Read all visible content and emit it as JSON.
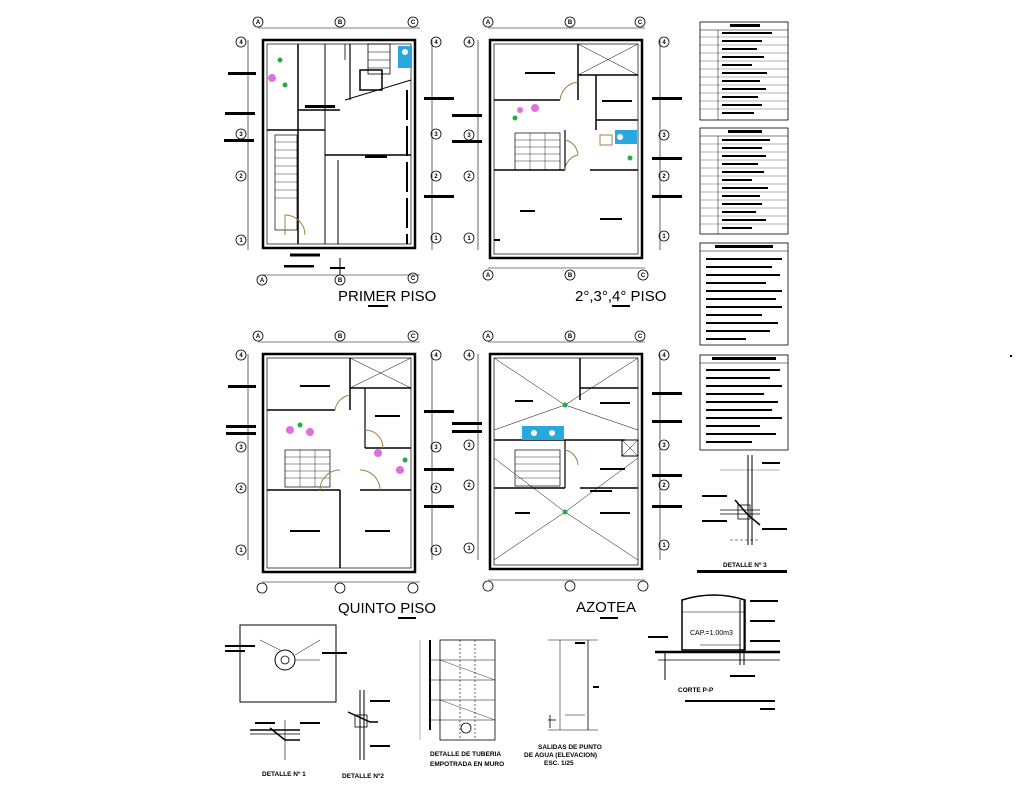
{
  "plans": {
    "primer_piso": {
      "title": "PRIMER PISO"
    },
    "piso_2_3_4": {
      "title": "2°,3°,4° PISO"
    },
    "quinto_piso": {
      "title": "QUINTO PISO"
    },
    "azotea": {
      "title": "AZOTEA"
    }
  },
  "axes": {
    "top": [
      "A",
      "B",
      "C"
    ],
    "side": [
      "4",
      "3",
      "2",
      "1"
    ]
  },
  "details": {
    "detalle_1": "DETALLE Nº 1",
    "detalle_2": "DETALLE Nº2",
    "detalle_3": "DETALLE Nº 3",
    "tuberia_line1": "DETALLE DE TUBERIA",
    "tuberia_line2": "EMPOTRADA EN MURO",
    "salidas_line1": "SALIDAS DE PUNTO",
    "salidas_line2": "DE AGUA (ELEVACION)",
    "salidas_scale": "ESC. 1/25",
    "tank_capacity": "CAP.=1.00m3",
    "corte": "CORTE P-P"
  },
  "colors": {
    "line": "#000000",
    "door": "#a08040",
    "fixture": "#29a8e0",
    "marker": "#e070e0",
    "green": "#20b040"
  }
}
